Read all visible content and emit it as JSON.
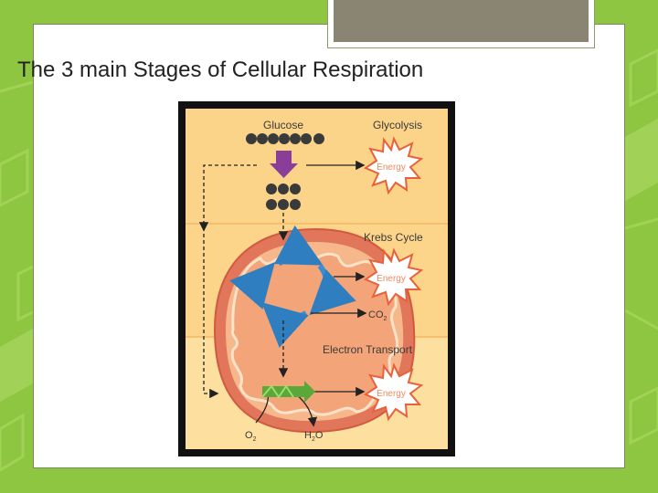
{
  "slide": {
    "title": "The 3 main Stages of Cellular Respiration"
  },
  "diagram": {
    "glucose_label": "Glucose",
    "stages": [
      {
        "label": "Glycolysis",
        "energy_label": "Energy"
      },
      {
        "label": "Krebs Cycle",
        "energy_label": "Energy"
      },
      {
        "label": "Electron Transport",
        "energy_label": "Energy"
      }
    ],
    "co2_label": "CO",
    "co2_sub": "2",
    "o2_label": "O",
    "o2_sub": "2",
    "h2o_label_h": "H",
    "h2o_sub": "2",
    "h2o_label_o": "O"
  },
  "colors": {
    "background_green": "#8fc641",
    "glycolysis_band": "#fcd489",
    "krebs_band": "#fcd48a",
    "electron_band": "#fde0a0",
    "mitochondrion_outer": "#e1765a",
    "mitochondrion_inner": "#f3a478",
    "cycle_arrows": "#3a8fd4",
    "glucose_arrow": "#8a3e9a",
    "atp_arrow": "#5aa83a"
  },
  "icons": [
    "energy-burst-icon",
    "glucose-molecule-icon",
    "krebs-cycle-arrows-icon",
    "down-arrow-icon"
  ]
}
